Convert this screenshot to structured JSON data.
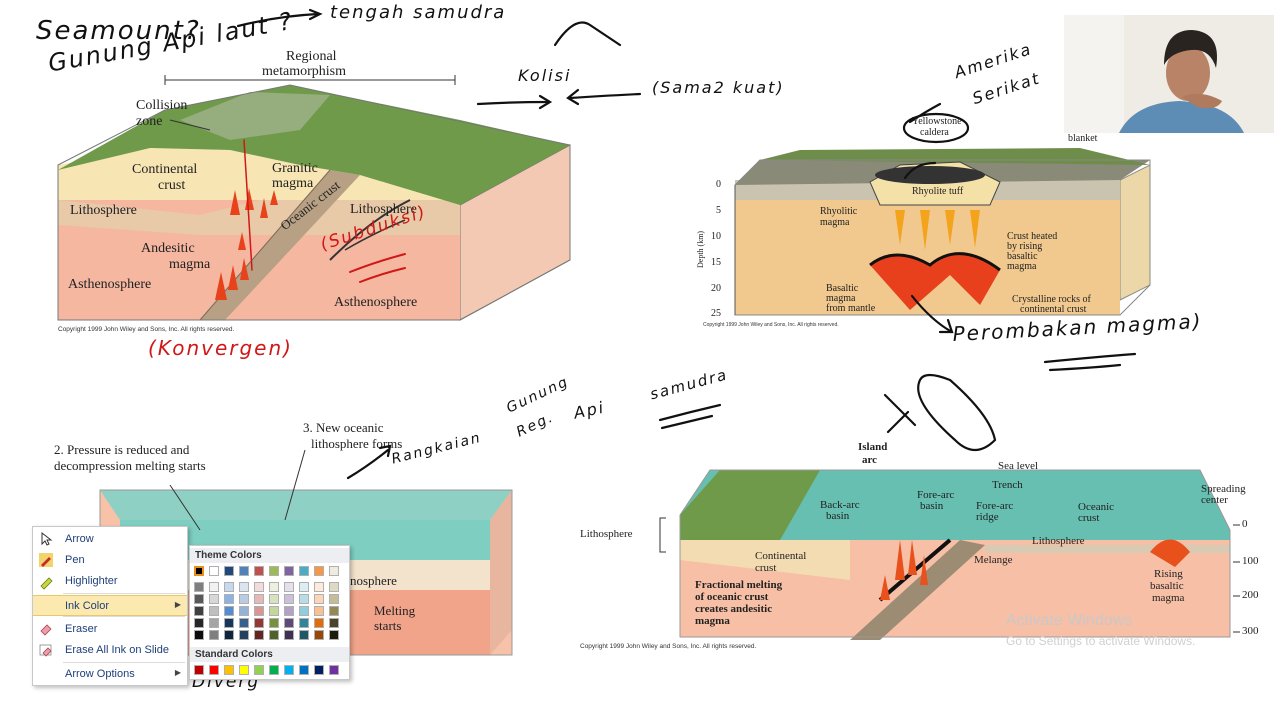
{
  "diagram_top_left": {
    "labels": {
      "regional": "Regional",
      "metamorphism": "metamorphism",
      "collision": "Collision",
      "zone": "zone",
      "continental": "Continental",
      "crust": "crust",
      "granitic": "Granitic",
      "magma": "magma",
      "oceanic_crust": "Oceanic crust",
      "lithosphere_left": "Lithosphere",
      "lithosphere_right": "Lithosphere",
      "andesitic": "Andesitic",
      "andesitic_magma": "magma",
      "asthenosphere_left": "Asthenosphere",
      "asthenosphere_right": "Asthenosphere"
    },
    "copyright": "Copyright 1999 John Wiley and Sons, Inc. All rights reserved."
  },
  "diagram_top_right": {
    "labels": {
      "yellowstone": "Yellowstone",
      "caldera": "caldera",
      "blanket": "blanket",
      "rhyolite_tuff": "Rhyolite tuff",
      "rhyolitic": "Rhyolitic",
      "rhyolitic_magma": "magma",
      "crust_heated": "Crust heated",
      "by_rising": "by rising",
      "basaltic": "basaltic",
      "basaltic_magma": "magma",
      "basaltic2": "Basaltic",
      "magma2": "magma",
      "from_mantle": "from mantle",
      "crystalline": "Crystalline rocks of",
      "continental_crust": "continental crust",
      "depth_axis": "Depth (km)"
    },
    "depth_ticks": [
      "0",
      "5",
      "10",
      "15",
      "20",
      "25"
    ],
    "copyright": "Copyright 1999 John Wiley and Sons, Inc. All rights reserved."
  },
  "diagram_bottom_left": {
    "labels": {
      "pressure_1": "2. Pressure is reduced and",
      "pressure_2": "decompression melting starts",
      "new_oceanic_1": "3. New oceanic",
      "new_oceanic_2": "lithosphere forms",
      "nosphere": "nosphere",
      "melting": "Melting",
      "starts": "starts"
    }
  },
  "diagram_bottom_right": {
    "labels": {
      "island": "Island",
      "arc": "arc",
      "sea_level": "Sea level",
      "trench": "Trench",
      "spreading": "Spreading",
      "center": "center",
      "back_arc": "Back-arc",
      "basin": "basin",
      "fore_arc": "Fore-arc",
      "fore_basin": "basin",
      "fore_arc2": "Fore-arc",
      "ridge": "ridge",
      "oceanic": "Oceanic",
      "oceanic_crust": "crust",
      "lithosphere_outer": "Lithosphere",
      "lithosphere_inner": "Lithosphere",
      "continental": "Continental",
      "cont_crust": "crust",
      "melange": "Melange",
      "fractional_1": "Fractional melting",
      "fractional_2": "of oceanic crust",
      "fractional_3": "creates andesitic",
      "fractional_4": "magma",
      "rising": "Rising",
      "rising_basaltic": "basaltic",
      "rising_magma": "magma"
    },
    "depth_ticks": [
      "0",
      "100",
      "200",
      "300"
    ],
    "copyright": "Copyright 1999 John Wiley and Sons, Inc. All rights reserved."
  },
  "handwriting": {
    "seamount": "Seamount?",
    "tengah": "tengah samudra",
    "gunung": "Gunung Api laut ?",
    "kolisi": "Kolisi",
    "sama": "(Sama2 kuat)",
    "amerika": "Amerika",
    "serikat": "Serikat",
    "subduksi": "(Subduksi)",
    "konvergen": "(Konvergen)",
    "perombakan": "Perombakan magma)",
    "gunung2": "Gunung",
    "reg": "Reg.",
    "api": "Api",
    "samudra": "samudra",
    "rangkaian": "Rangkaian",
    "divergen_partial": "Diverg"
  },
  "context_menu": {
    "items": [
      {
        "label": "Arrow",
        "icon": "arrow-cursor-icon"
      },
      {
        "label": "Pen",
        "icon": "pen-icon"
      },
      {
        "label": "Highlighter",
        "icon": "highlighter-icon"
      },
      {
        "label": "Ink Color",
        "icon": "",
        "submenu": true
      },
      {
        "label": "Eraser",
        "icon": "eraser-icon"
      },
      {
        "label": "Erase All Ink on Slide",
        "icon": "erase-all-icon"
      },
      {
        "label": "Arrow Options",
        "icon": "",
        "submenu": true
      }
    ]
  },
  "ink_palette": {
    "theme_header": "Theme Colors",
    "standard_header": "Standard Colors",
    "theme_top": [
      "#000000",
      "#ffffff",
      "#1f497d",
      "#4f81bd",
      "#c0504d",
      "#9bbb59",
      "#8064a2",
      "#4bacc6",
      "#f79646",
      "#eeece1"
    ],
    "theme_shades": [
      [
        "#7f7f7f",
        "#f2f2f2",
        "#c6d9f0",
        "#dbe5f1",
        "#f2dcdb",
        "#ebf1dd",
        "#e5e0ec",
        "#dbeef3",
        "#fdeada",
        "#ddd9c3"
      ],
      [
        "#595959",
        "#d8d8d8",
        "#8db3e2",
        "#b8cce4",
        "#e5b9b7",
        "#d7e3bc",
        "#ccc1d9",
        "#b7dde8",
        "#fbd5b5",
        "#c4bd97"
      ],
      [
        "#3f3f3f",
        "#bfbfbf",
        "#548dd4",
        "#95b3d7",
        "#d99694",
        "#c3d69b",
        "#b2a2c7",
        "#92cddc",
        "#fac08f",
        "#938953"
      ],
      [
        "#262626",
        "#a5a5a5",
        "#17365d",
        "#366092",
        "#953734",
        "#76923c",
        "#5f497a",
        "#31859b",
        "#e36c09",
        "#494429"
      ],
      [
        "#0c0c0c",
        "#7f7f7f",
        "#0f243e",
        "#244061",
        "#632423",
        "#4f6128",
        "#3f3151",
        "#205867",
        "#974806",
        "#1d1b10"
      ]
    ],
    "standard": [
      "#c00000",
      "#ff0000",
      "#ffc000",
      "#ffff00",
      "#92d050",
      "#00b050",
      "#00b0f0",
      "#0070c0",
      "#002060",
      "#7030a0"
    ]
  },
  "watermark": {
    "line1": "Activate Windows",
    "line2": "Go to Settings to activate Windows."
  }
}
